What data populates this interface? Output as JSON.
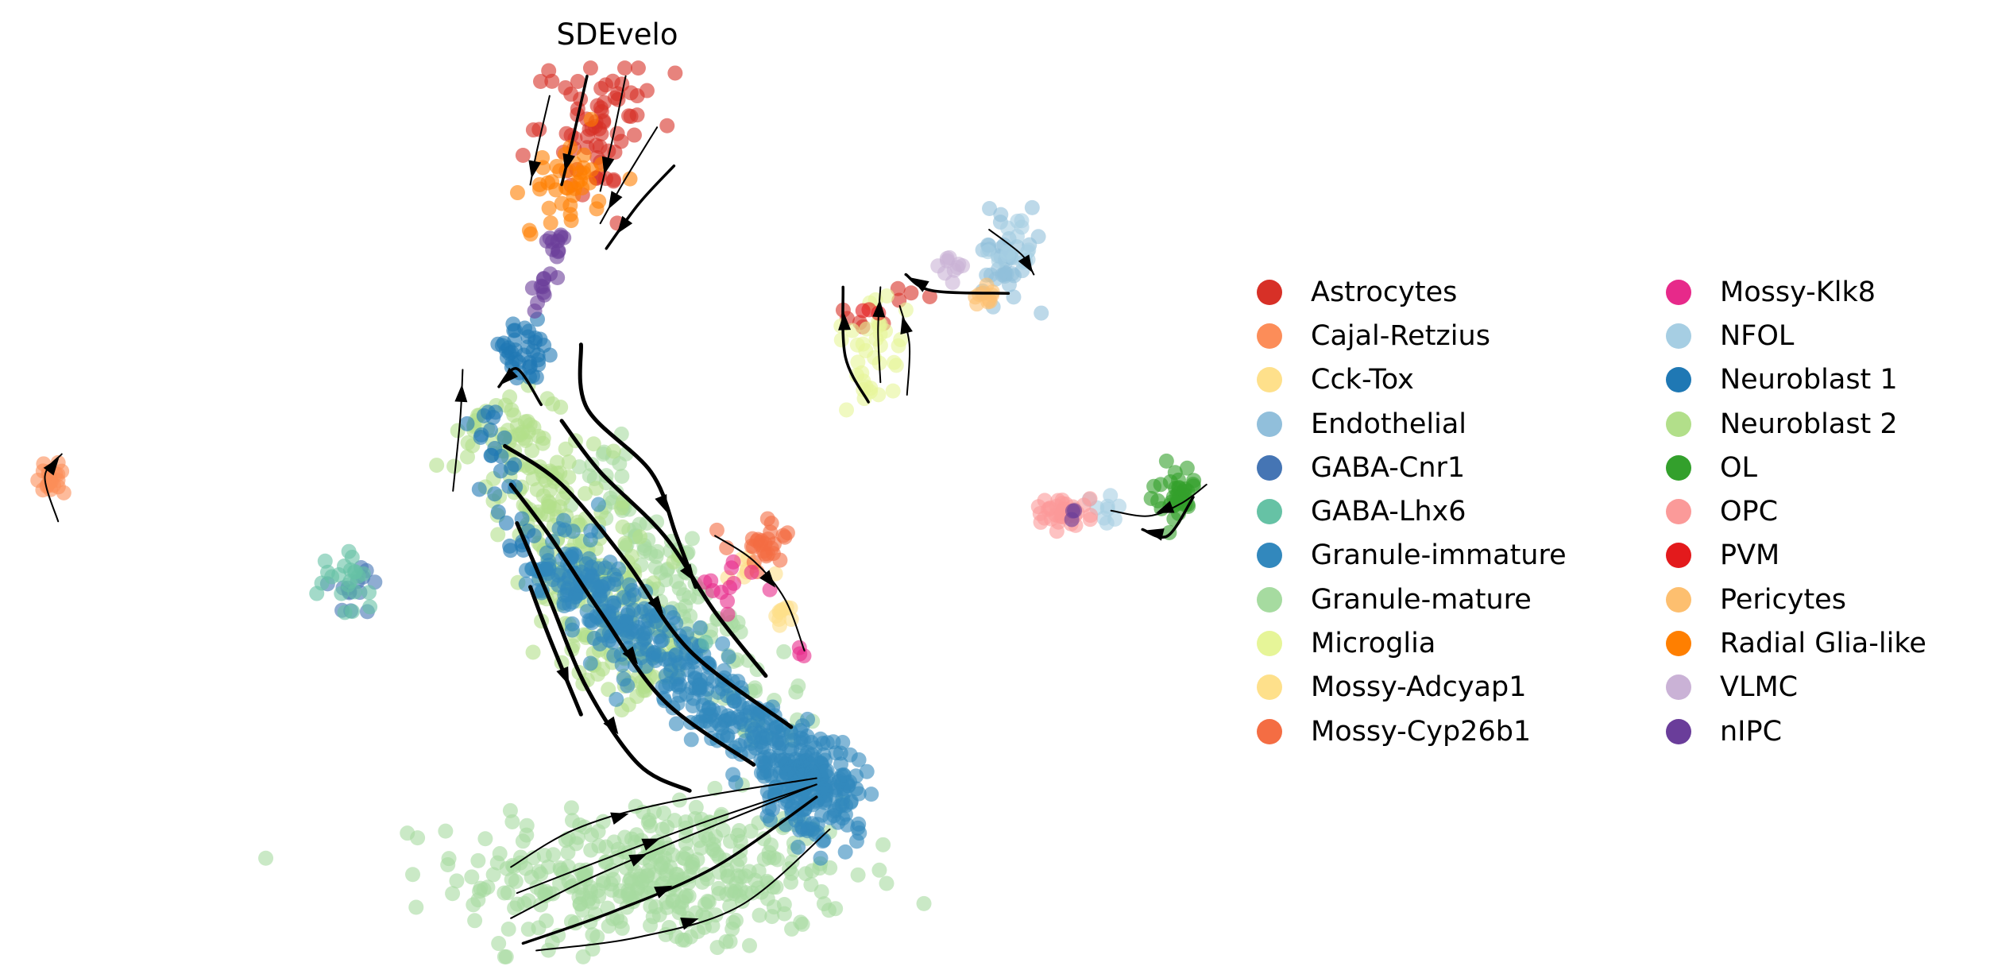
{
  "chart_data": {
    "type": "scatter",
    "title": "SDEvelo",
    "xlabel": "",
    "ylabel": "",
    "xlim": [
      0,
      100
    ],
    "ylim": [
      0,
      100
    ],
    "grid": false,
    "axes_visible": false,
    "legend_placement": "right",
    "categories": [
      {
        "name": "Astrocytes",
        "color": "#d73027",
        "clusters": [
          {
            "shape": "blob",
            "c": [
              48.4,
              93.8
            ],
            "s": [
              2.4,
              3.6
            ],
            "n": 70
          },
          {
            "shape": "blob",
            "c": [
              75.0,
              74.5
            ],
            "s": [
              0.8,
              0.5
            ],
            "n": 4
          },
          {
            "shape": "blob",
            "c": [
              70.5,
              71.5
            ],
            "s": [
              0.9,
              1.0
            ],
            "n": 5
          }
        ]
      },
      {
        "name": "Cajal-Retzius",
        "color": "#fc8d59",
        "clusters": [
          {
            "shape": "blob",
            "c": [
              2.7,
              53.6
            ],
            "s": [
              0.6,
              1.0
            ],
            "n": 22
          }
        ]
      },
      {
        "name": "Cck-Tox",
        "color": "#fee08b",
        "clusters": [
          {
            "shape": "blob",
            "c": [
              60.5,
              43.4
            ],
            "s": [
              1.0,
              1.0
            ],
            "n": 8
          }
        ]
      },
      {
        "name": "Endothelial",
        "color": "#91bfdb",
        "clusters": [
          {
            "shape": "blob",
            "c": [
              81.9,
              78.0
            ],
            "s": [
              1.2,
              2.6
            ],
            "n": 40
          }
        ]
      },
      {
        "name": "GABA-Cnr1",
        "color": "#4575b4",
        "clusters": [
          {
            "shape": "blob",
            "c": [
              27.9,
              41.5
            ],
            "s": [
              1.0,
              2.0
            ],
            "n": 14
          }
        ]
      },
      {
        "name": "GABA-Lhx6",
        "color": "#66c2a5",
        "clusters": [
          {
            "shape": "blob",
            "c": [
              27.5,
              42.0
            ],
            "s": [
              1.1,
              2.4
            ],
            "n": 22
          },
          {
            "shape": "blob",
            "c": [
              57.0,
              35.0
            ],
            "s": [
              0.3,
              0.3
            ],
            "n": 1
          }
        ]
      },
      {
        "name": "Granule-immature",
        "color": "#3288bd",
        "clusters": [
          {
            "shape": "band",
            "from": [
              43.5,
              46.0
            ],
            "to": [
              66.5,
              19.0
            ],
            "w": 2.4,
            "n": 420
          },
          {
            "shape": "blob",
            "c": [
              66.5,
              19.5
            ],
            "s": [
              2.0,
              3.0
            ],
            "n": 160
          }
        ]
      },
      {
        "name": "Granule-mature",
        "color": "#a6dba0",
        "clusters": [
          {
            "shape": "blob",
            "c": [
              53.0,
              9.5
            ],
            "s": [
              8.0,
              4.2
            ],
            "n": 380
          },
          {
            "shape": "band",
            "from": [
              47.5,
              56.0
            ],
            "to": [
              64.0,
              24.0
            ],
            "w": 2.2,
            "n": 120
          }
        ]
      },
      {
        "name": "Microglia",
        "color": "#e6f598",
        "clusters": [
          {
            "shape": "blob",
            "c": [
              71.0,
              68.5
            ],
            "s": [
              1.5,
              3.5
            ],
            "n": 36
          }
        ]
      },
      {
        "name": "Mossy-Adcyap1",
        "color": "#fee08b",
        "clusters": [
          {
            "shape": "blob",
            "c": [
              64.0,
              38.5
            ],
            "s": [
              0.8,
              0.8
            ],
            "n": 10
          }
        ]
      },
      {
        "name": "Mossy-Cyp26b1",
        "color": "#f46d43",
        "clusters": [
          {
            "shape": "blob",
            "c": [
              61.8,
              46.3
            ],
            "s": [
              1.3,
              1.2
            ],
            "n": 28
          }
        ]
      },
      {
        "name": "Mossy-Klk8",
        "color": "#e7298a",
        "clusters": [
          {
            "shape": "blob",
            "c": [
              59.0,
              41.5
            ],
            "s": [
              1.3,
              1.3
            ],
            "n": 12
          },
          {
            "shape": "band",
            "from": [
              65.0,
              35.5
            ],
            "to": [
              65.3,
              33.3
            ],
            "w": 0.2,
            "n": 3
          }
        ]
      },
      {
        "name": "NFOL",
        "color": "#a6cee3",
        "clusters": [
          {
            "shape": "blob",
            "c": [
              82.5,
              80.0
            ],
            "s": [
              1.0,
              1.8
            ],
            "n": 14
          },
          {
            "shape": "blob",
            "c": [
              89.5,
              50.5
            ],
            "s": [
              1.2,
              0.8
            ],
            "n": 10
          }
        ]
      },
      {
        "name": "Neuroblast 1",
        "color": "#1f78b4",
        "clusters": [
          {
            "shape": "blob",
            "c": [
              42.0,
              67.8
            ],
            "s": [
              1.6,
              1.7
            ],
            "n": 40
          },
          {
            "shape": "band",
            "from": [
              38.5,
              62.0
            ],
            "to": [
              42.0,
              45.0
            ],
            "w": 1.4,
            "n": 30
          }
        ]
      },
      {
        "name": "Neuroblast 2",
        "color": "#b2df8a",
        "clusters": [
          {
            "shape": "band",
            "from": [
              39.0,
              61.5
            ],
            "to": [
              53.0,
              30.0
            ],
            "w": 3.6,
            "n": 300
          }
        ]
      },
      {
        "name": "OL",
        "color": "#33a02c",
        "clusters": [
          {
            "shape": "blob",
            "c": [
              96.4,
              52.0
            ],
            "s": [
              1.0,
              1.4
            ],
            "n": 40
          }
        ]
      },
      {
        "name": "OPC",
        "color": "#fb9a99",
        "clusters": [
          {
            "shape": "blob",
            "c": [
              86.8,
              50.0
            ],
            "s": [
              1.4,
              1.0
            ],
            "n": 36
          }
        ]
      },
      {
        "name": "PVM",
        "color": "#e31a1c",
        "clusters": [
          {
            "shape": "blob",
            "c": [
              71.2,
              72.3
            ],
            "s": [
              0.8,
              0.6
            ],
            "n": 3
          }
        ]
      },
      {
        "name": "Pericytes",
        "color": "#fdbf6f",
        "clusters": [
          {
            "shape": "blob",
            "c": [
              80.4,
              74.2
            ],
            "s": [
              1.0,
              0.8
            ],
            "n": 10
          }
        ]
      },
      {
        "name": "Radial Glia-like",
        "color": "#ff7f00",
        "clusters": [
          {
            "shape": "blob",
            "c": [
              45.6,
              86.5
            ],
            "s": [
              1.4,
              3.0
            ],
            "n": 40
          }
        ]
      },
      {
        "name": "VLMC",
        "color": "#cab2d6",
        "clusters": [
          {
            "shape": "blob",
            "c": [
              77.6,
              77.3
            ],
            "s": [
              1.0,
              0.8
            ],
            "n": 10
          }
        ]
      },
      {
        "name": "nIPC",
        "color": "#6a3d9a",
        "clusters": [
          {
            "shape": "band",
            "from": [
              45.2,
              81.0
            ],
            "to": [
              42.4,
              71.5
            ],
            "w": 0.6,
            "n": 22
          },
          {
            "shape": "blob",
            "c": [
              87.4,
              49.8
            ],
            "s": [
              0.3,
              0.5
            ],
            "n": 3
          }
        ]
      }
    ],
    "streamlines": [
      [
        [
          47.3,
          98.6
        ],
        [
          46.1,
          91.5
        ],
        [
          45.2,
          86.5
        ]
      ],
      [
        [
          50.5,
          98.6
        ],
        [
          49.4,
          91.5
        ],
        [
          48.4,
          85.8
        ]
      ],
      [
        [
          53.1,
          92.9
        ],
        [
          50.5,
          87.2
        ],
        [
          48.4,
          82.2
        ]
      ],
      [
        [
          54.5,
          88.6
        ],
        [
          51.6,
          84.4
        ],
        [
          48.9,
          79.4
        ]
      ],
      [
        [
          44.2,
          96.4
        ],
        [
          43.1,
          90.0
        ],
        [
          42.6,
          86.5
        ]
      ],
      [
        [
          45.2,
          60.2
        ],
        [
          48.4,
          54.5
        ],
        [
          53.7,
          47.4
        ],
        [
          57.9,
          38.9
        ],
        [
          62.1,
          31.8
        ]
      ],
      [
        [
          40.5,
          57.4
        ],
        [
          45.2,
          53.1
        ],
        [
          50.5,
          44.6
        ],
        [
          55.8,
          34.6
        ],
        [
          64.2,
          26.1
        ]
      ],
      [
        [
          41.0,
          53.1
        ],
        [
          44.2,
          47.4
        ],
        [
          48.4,
          38.9
        ],
        [
          53.7,
          29.0
        ],
        [
          61.1,
          21.9
        ]
      ],
      [
        [
          41.5,
          48.8
        ],
        [
          44.2,
          40.3
        ],
        [
          47.3,
          30.4
        ],
        [
          51.6,
          21.9
        ],
        [
          55.8,
          19.0
        ]
      ],
      [
        [
          42.6,
          41.7
        ],
        [
          44.2,
          36.0
        ],
        [
          46.8,
          27.5
        ]
      ],
      [
        [
          46.8,
          68.7
        ],
        [
          47.3,
          61.6
        ],
        [
          52.6,
          54.5
        ],
        [
          54.7,
          47.4
        ],
        [
          56.3,
          41.7
        ]
      ],
      [
        [
          36.2,
          52.4
        ],
        [
          36.8,
          60.5
        ],
        [
          37.0,
          65.9
        ]
      ],
      [
        [
          43.5,
          62.0
        ],
        [
          41.5,
          66.0
        ],
        [
          40.0,
          64.0
        ]
      ],
      [
        [
          41.0,
          4.8
        ],
        [
          47.3,
          9.1
        ],
        [
          55.8,
          14.0
        ],
        [
          66.3,
          19.7
        ]
      ],
      [
        [
          41.5,
          7.6
        ],
        [
          48.4,
          11.2
        ],
        [
          56.8,
          15.4
        ],
        [
          66.3,
          19.7
        ]
      ],
      [
        [
          42.0,
          2.0
        ],
        [
          49.4,
          5.5
        ],
        [
          57.9,
          10.5
        ],
        [
          66.3,
          18.3
        ]
      ],
      [
        [
          43.1,
          1.2
        ],
        [
          51.6,
          2.7
        ],
        [
          60.0,
          6.2
        ],
        [
          67.4,
          14.7
        ]
      ],
      [
        [
          41.0,
          10.5
        ],
        [
          46.3,
          14.7
        ],
        [
          53.7,
          17.6
        ],
        [
          66.3,
          20.4
        ]
      ],
      [
        [
          70.6,
          62.3
        ],
        [
          68.7,
          67.3
        ],
        [
          68.5,
          75.1
        ]
      ],
      [
        [
          71.6,
          64.5
        ],
        [
          71.4,
          70.2
        ],
        [
          71.6,
          75.1
        ]
      ],
      [
        [
          73.8,
          63.1
        ],
        [
          74.0,
          68.7
        ],
        [
          73.2,
          73.0
        ]
      ],
      [
        [
          82.2,
          74.4
        ],
        [
          75.9,
          74.7
        ],
        [
          73.7,
          76.5
        ]
      ],
      [
        [
          80.6,
          81.5
        ],
        [
          83.3,
          78.7
        ],
        [
          84.3,
          76.5
        ]
      ],
      [
        [
          98.6,
          53.1
        ],
        [
          96.5,
          51.0
        ],
        [
          93.8,
          49.6
        ],
        [
          90.7,
          50.2
        ]
      ],
      [
        [
          97.5,
          51.7
        ],
        [
          95.4,
          47.4
        ],
        [
          93.3,
          48.1
        ]
      ],
      [
        [
          57.9,
          47.4
        ],
        [
          61.1,
          44.6
        ],
        [
          63.7,
          40.3
        ],
        [
          65.3,
          34.6
        ]
      ],
      [
        [
          3.5,
          49.0
        ],
        [
          2.4,
          54.0
        ],
        [
          3.8,
          56.5
        ]
      ]
    ]
  }
}
